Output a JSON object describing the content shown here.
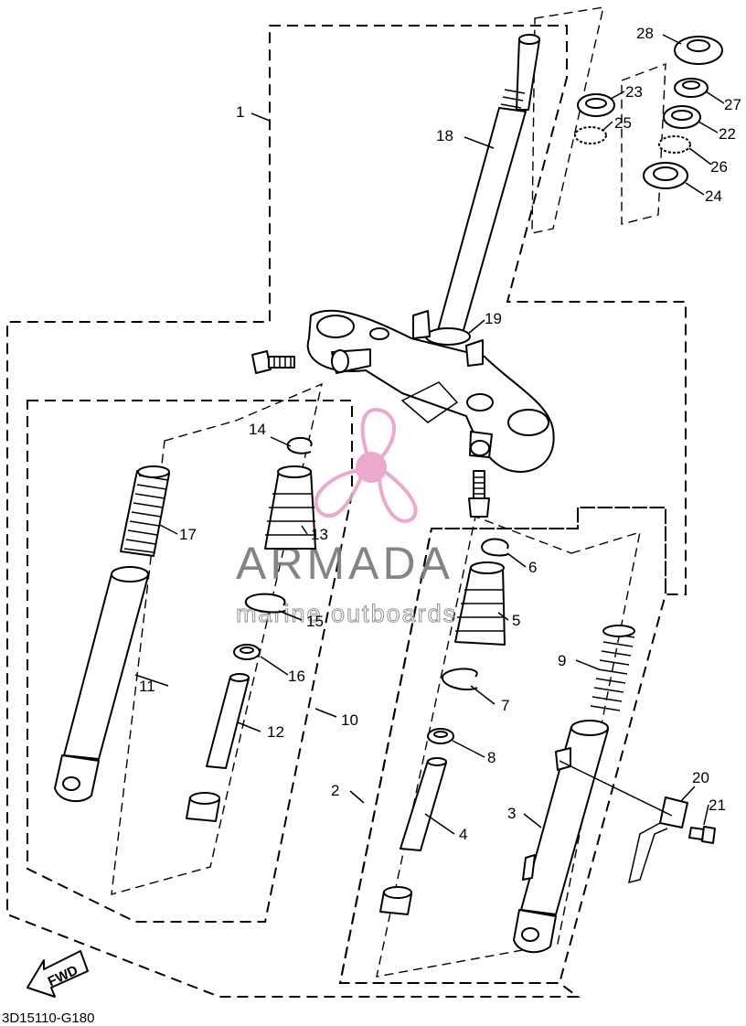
{
  "diagram_code": "3D15110-G180",
  "fwd_label": "FWD",
  "watermark": {
    "brand": "ARMADA",
    "tagline": "marine outboards",
    "accent_color": "#e8a0c8",
    "logo_icon": "propeller-icon"
  },
  "callouts": [
    {
      "id": "1",
      "label": "1"
    },
    {
      "id": "2",
      "label": "2"
    },
    {
      "id": "3",
      "label": "3"
    },
    {
      "id": "4",
      "label": "4"
    },
    {
      "id": "5",
      "label": "5"
    },
    {
      "id": "6",
      "label": "6"
    },
    {
      "id": "7",
      "label": "7"
    },
    {
      "id": "8",
      "label": "8"
    },
    {
      "id": "9",
      "label": "9"
    },
    {
      "id": "10",
      "label": "10"
    },
    {
      "id": "11",
      "label": "11"
    },
    {
      "id": "12",
      "label": "12"
    },
    {
      "id": "13",
      "label": "13"
    },
    {
      "id": "14",
      "label": "14"
    },
    {
      "id": "15",
      "label": "15"
    },
    {
      "id": "16",
      "label": "16"
    },
    {
      "id": "17",
      "label": "17"
    },
    {
      "id": "18",
      "label": "18"
    },
    {
      "id": "19",
      "label": "19"
    },
    {
      "id": "20",
      "label": "20"
    },
    {
      "id": "21",
      "label": "21"
    },
    {
      "id": "22",
      "label": "22"
    },
    {
      "id": "23",
      "label": "23"
    },
    {
      "id": "24",
      "label": "24"
    },
    {
      "id": "25",
      "label": "25"
    },
    {
      "id": "26",
      "label": "26"
    },
    {
      "id": "27",
      "label": "27"
    },
    {
      "id": "28",
      "label": "28"
    }
  ]
}
